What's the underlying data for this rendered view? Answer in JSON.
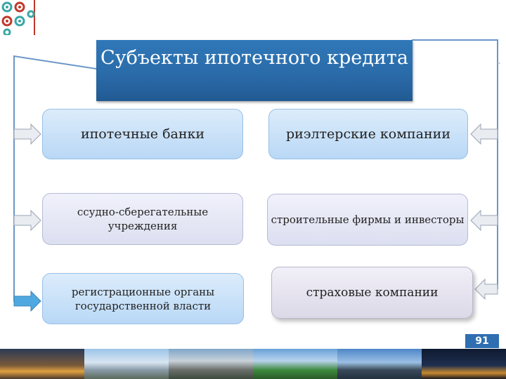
{
  "title": "Субъекты ипотечного кредита",
  "subjects": [
    "ипотечные банки",
    "риэлтерские компании",
    "ссудно-сберегательные учреждения",
    "строительные фирмы и инвесторы",
    "регистрационные органы государственной власти",
    "страховые компании"
  ],
  "page_number": "91",
  "colors": {
    "title_bg": "#2a6aa8",
    "box_blue": "#c9e1f7",
    "box_lavender": "#e4e6f4",
    "connector_line": "#6a96c8",
    "ornament_red": "#c0392b",
    "ornament_teal": "#3aa6a6"
  }
}
